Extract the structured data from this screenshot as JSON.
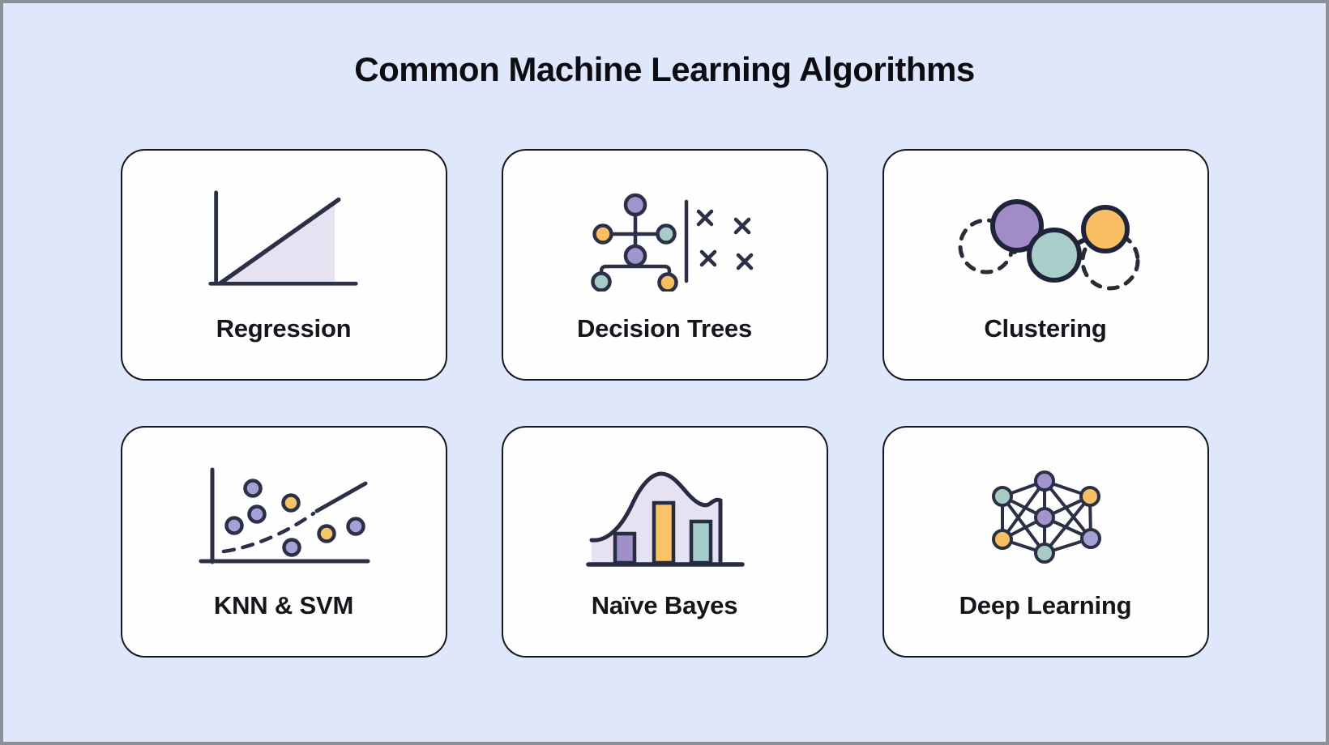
{
  "title": "Common Machine Learning Algorithms",
  "cards": [
    {
      "label": "Regression",
      "icon": "regression-line-chart-icon"
    },
    {
      "label": "Decision Trees",
      "icon": "decision-tree-icon"
    },
    {
      "label": "Clustering",
      "icon": "cluster-circles-icon"
    },
    {
      "label": "KNN & SVM",
      "icon": "scatter-plot-icon"
    },
    {
      "label": "Naïve Bayes",
      "icon": "distribution-curve-icon"
    },
    {
      "label": "Deep Learning",
      "icon": "neural-network-icon"
    }
  ],
  "colors": {
    "background": "#dfe7fb",
    "card_fill": "#fefefe",
    "outline_dark": "#2b3046",
    "purple": "#a08cca",
    "purple_light": "#a7a0d6",
    "teal": "#a7ccc8",
    "orange": "#f8bf62",
    "lavender_fill": "#e6e2f1",
    "frame_border": "#8e9099"
  }
}
